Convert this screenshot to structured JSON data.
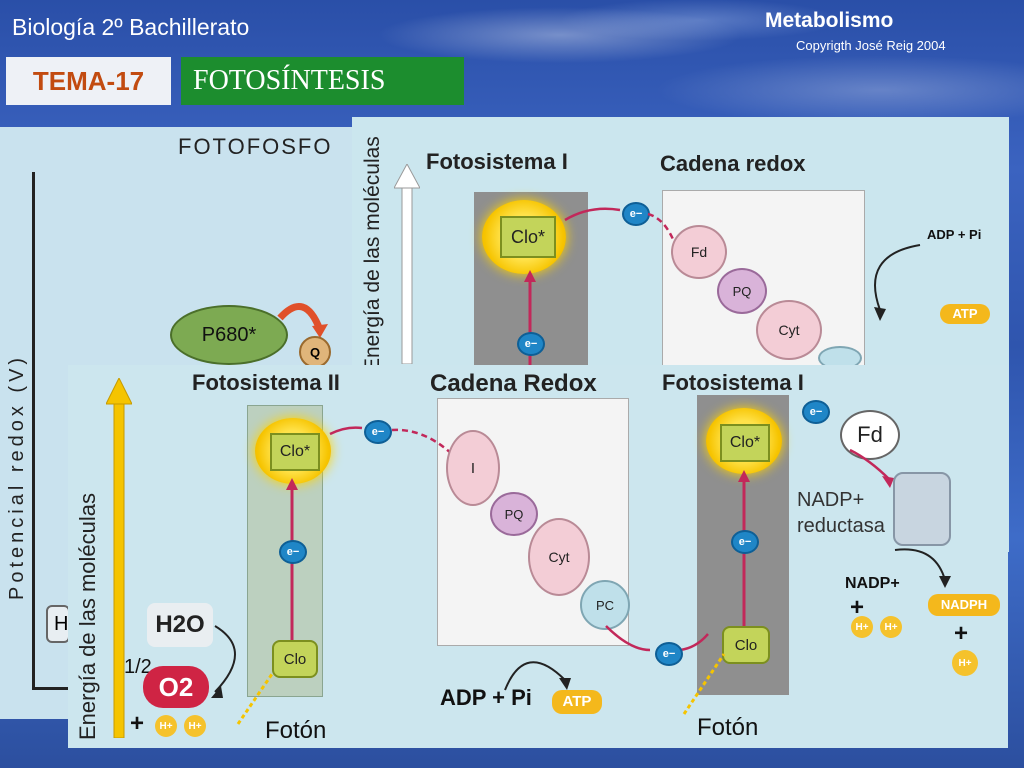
{
  "header": {
    "subject": "Biología 2º Bachillerato",
    "topic": "Metabolismo",
    "copyright": "Copyrigth José Reig 2004",
    "tema_label": "TEMA-17",
    "title": "FOTOSÍNTESIS"
  },
  "panel1": {
    "title": "FOTOFOSFO",
    "y_axis": "Potencial redox (V)",
    "p680": "P680*",
    "q": "Q",
    "h_stub": "H"
  },
  "panel2": {
    "title_ps1": "Fotosistema I",
    "title_chain": "Cadena redox",
    "y_axis": "Energía de las moléculas",
    "clo_excited": "Clo*",
    "electron": "e−",
    "chain": [
      "Fd",
      "PQ",
      "Cyt"
    ],
    "adp": "ADP + Pi",
    "atp": "ATP"
  },
  "panel3": {
    "title_ps2": "Fotosistema II",
    "title_chain": "Cadena Redox",
    "title_ps1": "Fotosistema I",
    "y_axis": "Energía de las moléculas",
    "clo_excited": "Clo*",
    "clo": "Clo",
    "electron": "e−",
    "chain": [
      "I",
      "PQ",
      "Cyt",
      "PC"
    ],
    "fd": "Fd",
    "nadp_reductasa": "NADP+ reductasa",
    "nadp_plus": "NADP+",
    "plus": "+",
    "hplus": "H+",
    "nadph": "NADPH",
    "h2o": "H2O",
    "half": "1/2",
    "o2": "O2",
    "adp": "ADP + Pi",
    "atp": "ATP",
    "photon": "Fotón"
  },
  "colors": {
    "background": "#2f55ae",
    "tema_text": "#c24b10",
    "title_box": "#1c8d2e",
    "electron": "#1f86c7",
    "clo_glow": "#f6c400",
    "o2": "#cf2444"
  }
}
